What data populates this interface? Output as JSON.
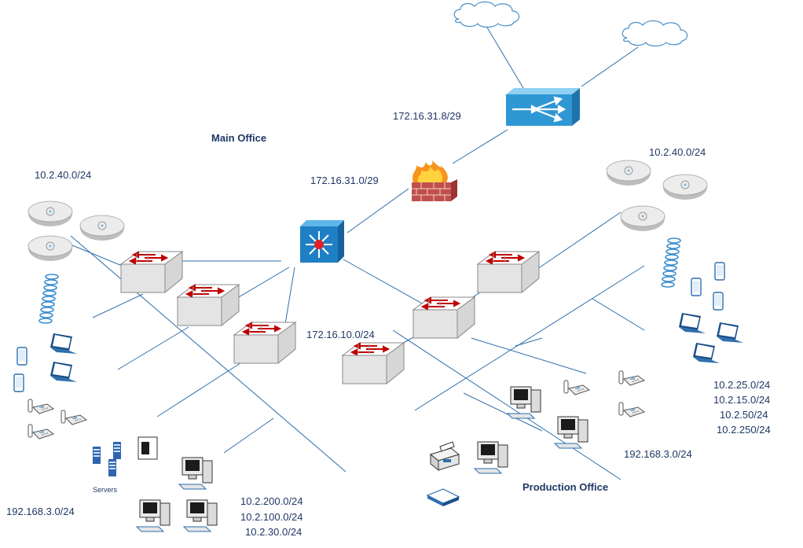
{
  "titles": {
    "main_office": "Main Office",
    "production_office": "Production Office"
  },
  "subnets": {
    "wan_link": "172.16.31.8/29",
    "fw_link": "172.16.31.0/29",
    "core_link": "172.16.10.0/24",
    "main_wifi": "10.2.40.0/24",
    "main_voice": "192.168.3.0/24",
    "main_data_1": "10.2.200.0/24",
    "main_data_2": "10.2.100.0/24",
    "main_data_3": "10.2.30.0/24",
    "prod_wifi": "10.2.40.0/24",
    "prod_voice": "192.168.3.0/24",
    "prod_data_1": "10.2.25.0/24",
    "prod_data_2": "10.2.15.0/24",
    "prod_data_3": "10.2.50/24",
    "prod_data_4": "10.2.250/24"
  },
  "servers_label": "Servers",
  "icons": {
    "cloud": "cloud-icon",
    "router": "router-icon",
    "firewall": "firewall-icon",
    "core_switch": "layer3-switch-icon",
    "switch": "switch-icon",
    "access_point": "access-point-icon",
    "wireless": "wireless-signal-icon",
    "phone": "ip-phone-icon",
    "mobile": "mobile-phone-icon",
    "laptop": "laptop-icon",
    "workstation": "workstation-icon",
    "server": "server-icon",
    "printer": "printer-icon",
    "scanner": "scanner-icon"
  },
  "colors": {
    "link": "#2e6fad",
    "label": "#1f3864",
    "router": "#3aa0d8",
    "switch_red": "#c00000"
  }
}
